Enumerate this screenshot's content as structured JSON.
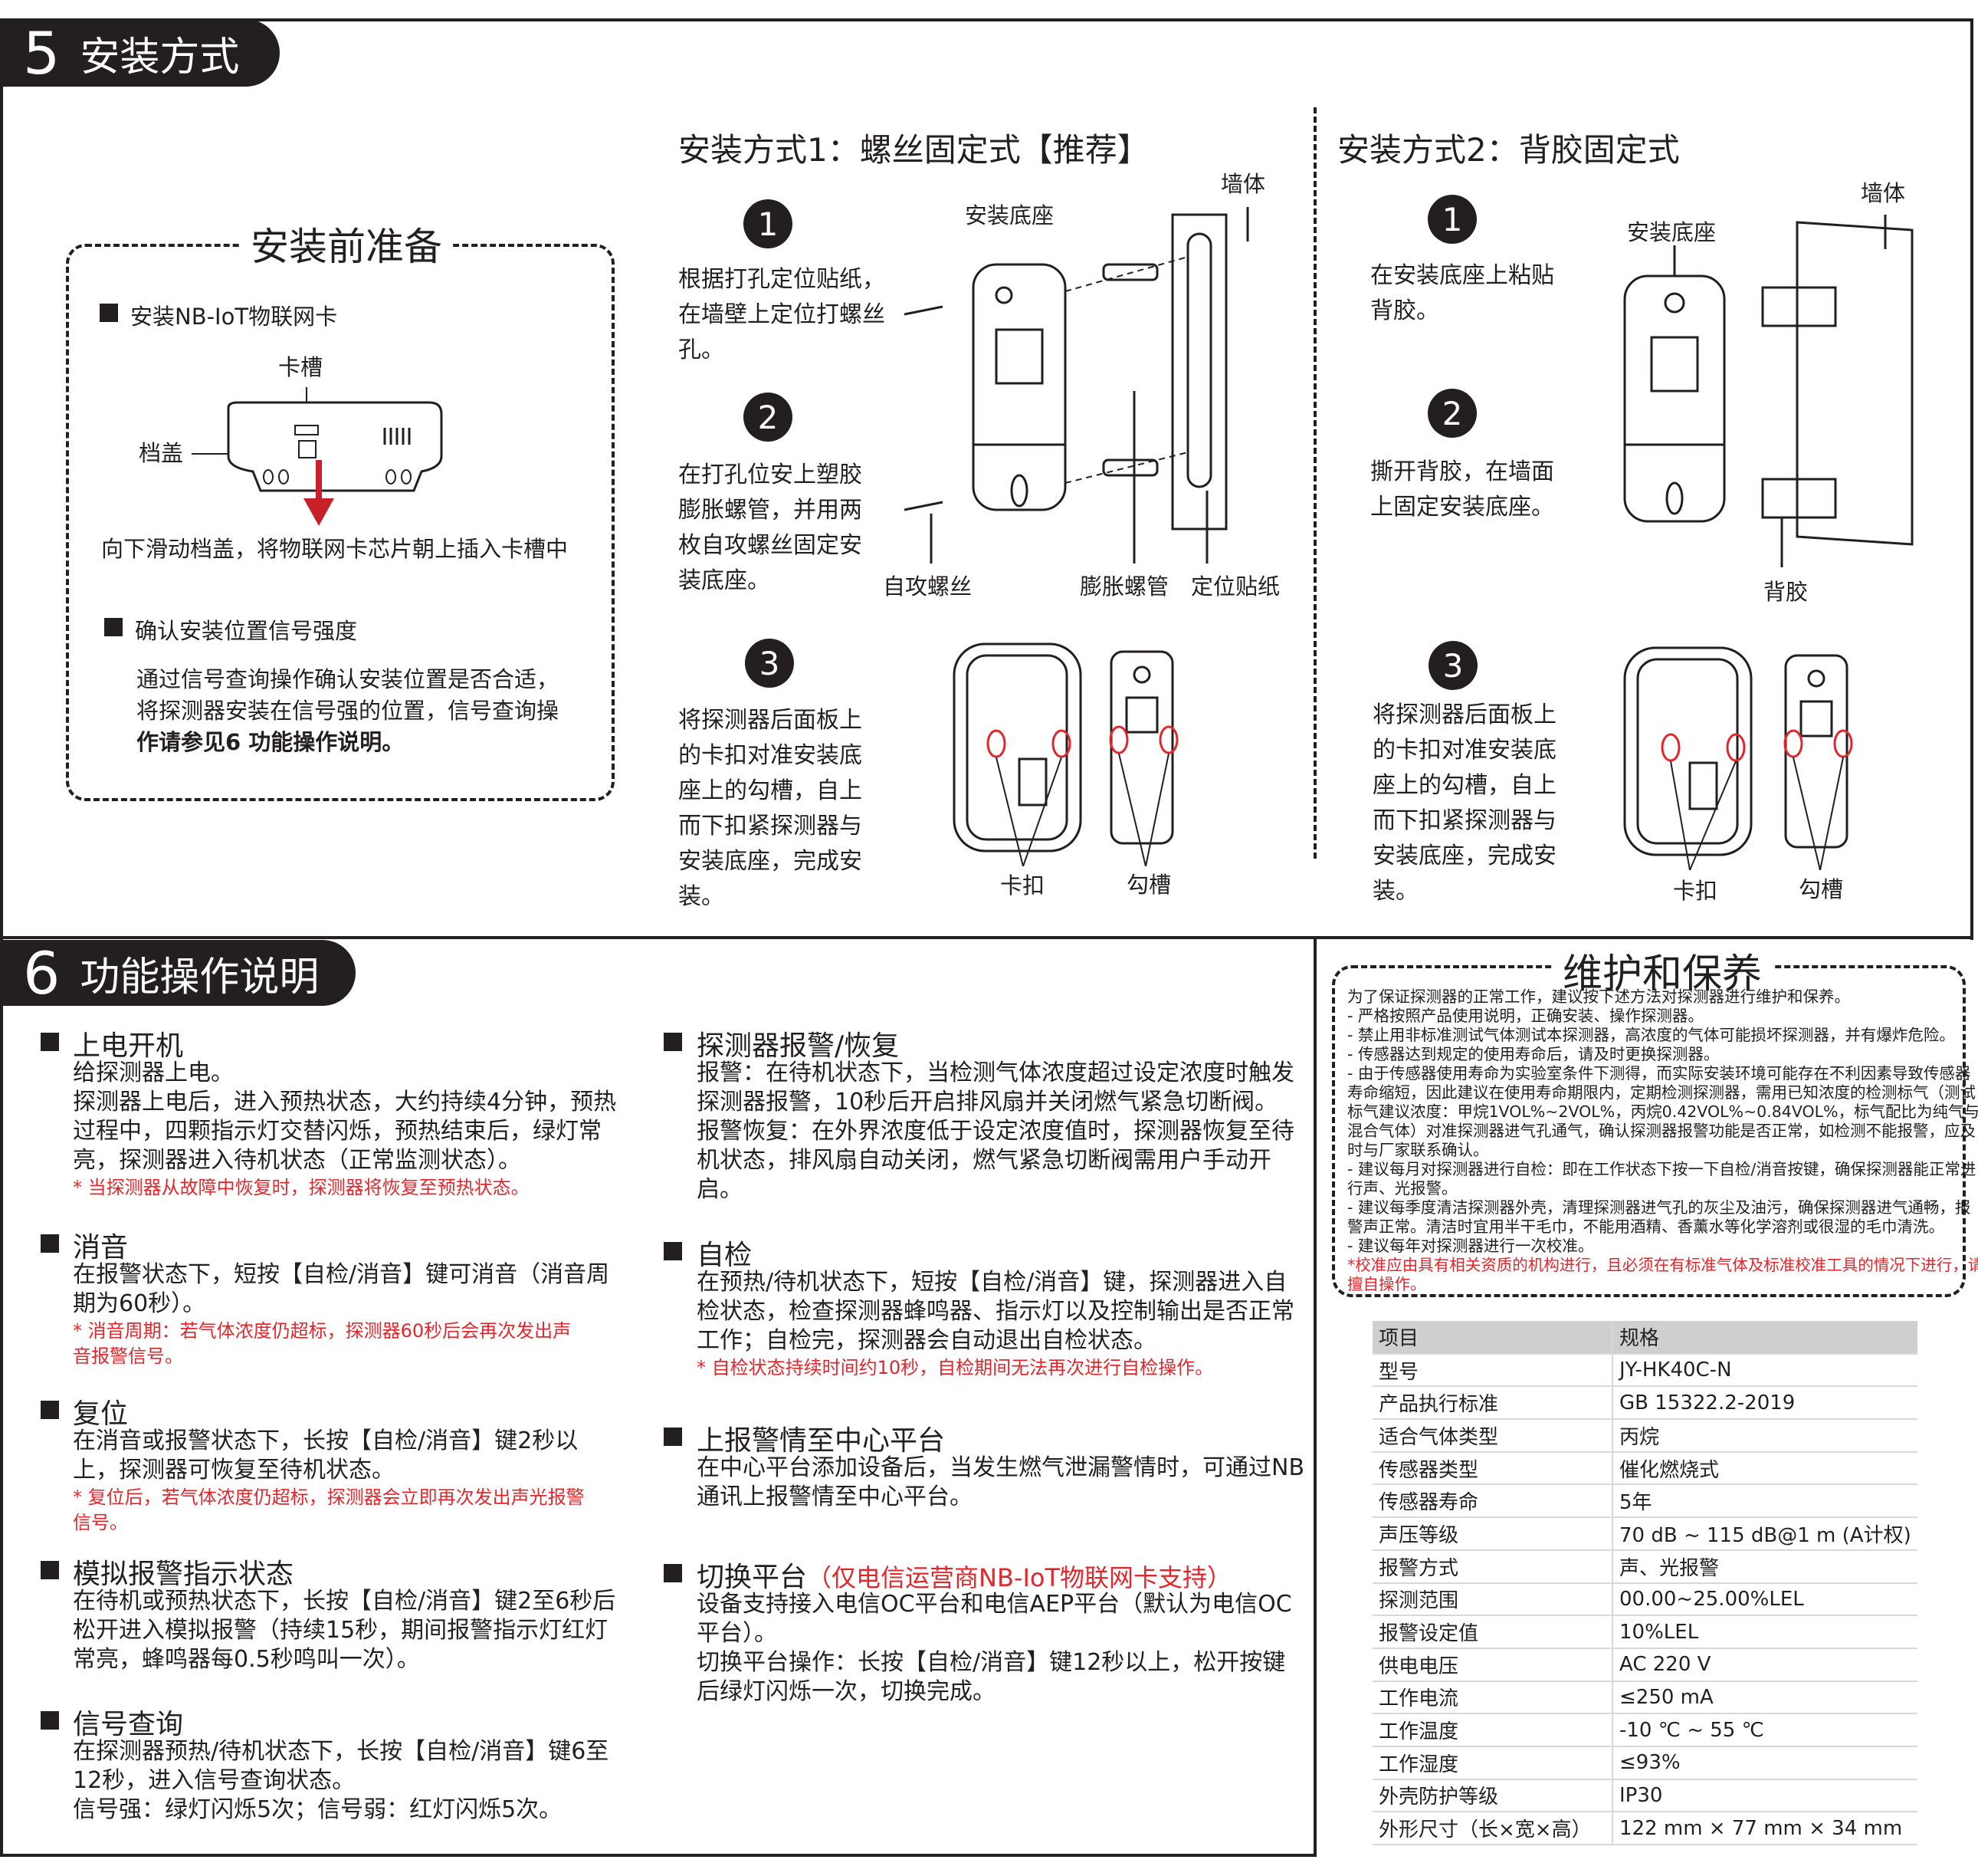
{
  "section5": {
    "number": "5",
    "title": "安装方式",
    "prep": {
      "title": "安装前准备",
      "item1": "安装NB-IoT物联网卡",
      "slot_label": "卡槽",
      "cover_label": "档盖",
      "caption": "向下滑动档盖，将物联网卡芯片朝上插入卡槽中",
      "item2": "确认安装位置信号强度",
      "para": [
        "通过信号查询操作确认安装位置是否合适，",
        "将探测器安装在信号强的位置，信号查询操",
        "作请参见6 功能操作说明。"
      ]
    },
    "method1": {
      "title": "安装方式1：螺丝固定式【推荐】",
      "steps": [
        {
          "n": "1",
          "lines": [
            "根据打孔定位贴纸，",
            "在墙壁上定位打螺丝",
            "孔。"
          ]
        },
        {
          "n": "2",
          "lines": [
            "在打孔位安上塑胶",
            "膨胀螺管，并用两",
            "枚自攻螺丝固定安",
            "装底座。"
          ]
        },
        {
          "n": "3",
          "lines": [
            "将探测器后面板上",
            "的卡扣对准安装底",
            "座上的勾槽，自上",
            "而下扣紧探测器与",
            "安装底座，完成安",
            "装。"
          ]
        }
      ],
      "labels": {
        "base": "安装底座",
        "wall": "墙体",
        "screw": "自攻螺丝",
        "anchor": "膨胀螺管",
        "sticker": "定位贴纸",
        "clip": "卡扣",
        "hook": "勾槽"
      }
    },
    "method2": {
      "title": "安装方式2：背胶固定式",
      "steps": [
        {
          "n": "1",
          "lines": [
            "在安装底座上粘贴",
            "背胶。"
          ]
        },
        {
          "n": "2",
          "lines": [
            "撕开背胶，在墙面",
            "上固定安装底座。"
          ]
        },
        {
          "n": "3",
          "lines": [
            "将探测器后面板上",
            "的卡扣对准安装底",
            "座上的勾槽，自上",
            "而下扣紧探测器与",
            "安装底座，完成安",
            "装。"
          ]
        }
      ],
      "labels": {
        "base": "安装底座",
        "wall": "墙体",
        "tape": "背胶",
        "clip": "卡扣",
        "hook": "勾槽"
      }
    }
  },
  "section6": {
    "number": "6",
    "title": "功能操作说明",
    "left": [
      {
        "title": "上电开机",
        "lines": [
          "给探测器上电。",
          "探测器上电后，进入预热状态，大约持续4分钟，预热",
          "过程中，四颗指示灯交替闪烁，预热结束后，绿灯常",
          "亮，探测器进入待机状态（正常监测状态）。"
        ],
        "notes": [
          "* 当探测器从故障中恢复时，探测器将恢复至预热状态。"
        ]
      },
      {
        "title": "消音",
        "lines": [
          "在报警状态下，短按【自检/消音】键可消音（消音周",
          "期为60秒）。"
        ],
        "notes": [
          "* 消音周期：若气体浓度仍超标，探测器60秒后会再次发出声",
          "音报警信号。"
        ]
      },
      {
        "title": "复位",
        "lines": [
          "在消音或报警状态下，长按【自检/消音】键2秒以",
          "上，探测器可恢复至待机状态。"
        ],
        "notes": [
          "* 复位后，若气体浓度仍超标，探测器会立即再次发出声光报警",
          "信号。"
        ]
      },
      {
        "title": "模拟报警指示状态",
        "lines": [
          "在待机或预热状态下，长按【自检/消音】键2至6秒后",
          "松开进入模拟报警（持续15秒，期间报警指示灯红灯",
          "常亮，蜂鸣器每0.5秒鸣叫一次）。"
        ],
        "notes": []
      },
      {
        "title": "信号查询",
        "lines": [
          "在探测器预热/待机状态下，长按【自检/消音】键6至",
          "12秒，进入信号查询状态。",
          "信号强：绿灯闪烁5次；信号弱：红灯闪烁5次。"
        ],
        "notes": []
      }
    ],
    "right": [
      {
        "title": "探测器报警/恢复",
        "lines": [
          "报警：在待机状态下，当检测气体浓度超过设定浓度时触发",
          "探测器报警，10秒后开启排风扇并关闭燃气紧急切断阀。",
          "报警恢复：在外界浓度低于设定浓度值时，探测器恢复至待",
          "机状态，排风扇自动关闭，燃气紧急切断阀需用户手动开",
          "启。"
        ],
        "notes": []
      },
      {
        "title": "自检",
        "lines": [
          "在预热/待机状态下，短按【自检/消音】键，探测器进入自",
          "检状态，检查探测器蜂鸣器、指示灯以及控制输出是否正常",
          "工作；自检完，探测器会自动退出自检状态。"
        ],
        "notes": [
          "* 自检状态持续时间约10秒，自检期间无法再次进行自检操作。"
        ]
      },
      {
        "title": "上报警情至中心平台",
        "lines": [
          "在中心平台添加设备后，当发生燃气泄漏警情时，可通过NB",
          "通讯上报警情至中心平台。"
        ],
        "notes": []
      },
      {
        "title": "切换平台",
        "title_note": "（仅电信运营商NB-IoT物联网卡支持）",
        "lines": [
          "设备支持接入电信OC平台和电信AEP平台（默认为电信OC",
          "平台）。",
          "切换平台操作：长按【自检/消音】键12秒以上，松开按键",
          "后绿灯闪烁一次，切换完成。"
        ],
        "notes": []
      }
    ]
  },
  "maintenance": {
    "title": "维护和保养",
    "lines": [
      "为了保证探测器的正常工作，建议按下述方法对探测器进行维护和保养。",
      "-  严格按照产品使用说明，正确安装、操作探测器。",
      "-  禁止用非标准测试气体测试本探测器，高浓度的气体可能损坏探测器，并有爆炸危险。",
      "-  传感器达到规定的使用寿命后，请及时更换探测器。",
      "-  由于传感器使用寿命为实验室条件下测得，而实际安装环境可能存在不利因素导致传感器",
      "寿命缩短，因此建议在使用寿命期限内，定期检测探测器，需用已知浓度的检测标气（测试",
      "标气建议浓度：甲烷1VOL%~2VOL%，丙烷0.42VOL%~0.84VOL%，标气配比为纯气与洁净空气的",
      "混合气体）对准探测器进气孔通气，确认探测器报警功能是否正常，如检测不能报警，应及",
      "时与厂家联系确认。",
      "-  建议每月对探测器进行自检：即在工作状态下按一下自检/消音按键，确保探测器能正常进",
      "行声、光报警。",
      "-  建议每季度清洁探测器外壳，清理探测器进气孔的灰尘及油污，确保探测器进气通畅，报",
      "警声正常。清洁时宜用半干毛巾，不能用酒精、香薰水等化学溶剂或很湿的毛巾清洗。",
      "-  建议每年对探测器进行一次校准。"
    ],
    "red_lines": [
      "*校准应由具有相关资质的机构进行，且必须在有标准气体及标准校准工具的情况下进行，请勿",
      "擅自操作。"
    ]
  },
  "specs": {
    "header": [
      "项目",
      "规格"
    ],
    "rows": [
      [
        "型号",
        "JY-HK40C-N"
      ],
      [
        "产品执行标准",
        "GB 15322.2-2019"
      ],
      [
        "适合气体类型",
        "丙烷"
      ],
      [
        "传感器类型",
        "催化燃烧式"
      ],
      [
        "传感器寿命",
        "5年"
      ],
      [
        "声压等级",
        "70 dB ~ 115 dB@1 m (A计权)"
      ],
      [
        "报警方式",
        "声、光报警"
      ],
      [
        "探测范围",
        "00.00~25.00%LEL"
      ],
      [
        "报警设定值",
        "10%LEL"
      ],
      [
        "供电电压",
        "AC 220 V"
      ],
      [
        "工作电流",
        "≤250 mA"
      ],
      [
        "工作温度",
        "-10 ℃ ~ 55 ℃"
      ],
      [
        "工作湿度",
        "≤93%"
      ],
      [
        "外壳防护等级",
        "IP30"
      ],
      [
        "外形尺寸（长×宽×高）",
        "122 mm × 77 mm × 34 mm"
      ]
    ]
  },
  "colors": {
    "accent_red": "#e3262b",
    "ink": "#231f20"
  }
}
